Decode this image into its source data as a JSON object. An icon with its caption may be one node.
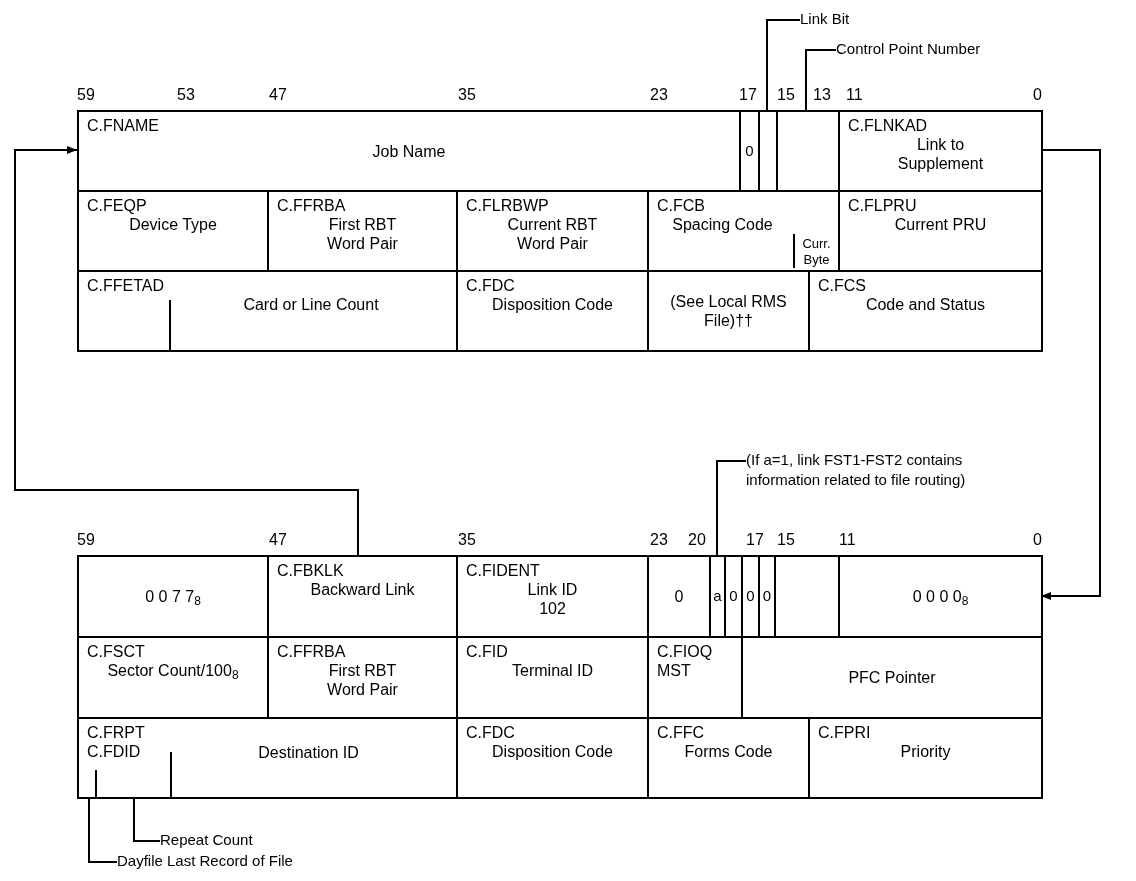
{
  "diagram": {
    "nodes": [
      {
        "text": [
          "Link Bit"
        ]
      },
      {
        "text": [
          "Control Point Number"
        ]
      },
      {
        "text": [
          "C.FNAME",
          "Job Name"
        ]
      },
      {
        "text": [
          "0"
        ]
      },
      {
        "text": [],
        "shape": "box"
      },
      {
        "text": [],
        "shape": "box"
      },
      {
        "text": [
          "C.FLNKAD",
          "Link to Supplement"
        ]
      },
      {
        "text": [
          "C.FEQP",
          "Device Type"
        ]
      },
      {
        "text": [
          "C.FFRBA",
          "First RBT Word Pair"
        ]
      },
      {
        "text": [
          "C.FLRBWP",
          "Current RBT Word Pair"
        ]
      },
      {
        "text": [
          "C.FCB",
          "Spacing Code"
        ]
      },
      {
        "text": [
          "Curr. Byte"
        ],
        "in": 10
      },
      {
        "text": [
          "C.FLPRU",
          "Current PRU"
        ]
      },
      {
        "text": [
          "C.FFETAD",
          "Card or Line Count"
        ]
      },
      {
        "text": [
          "C.FDC",
          "Disposition Code"
        ]
      },
      {
        "text": [
          "(See Local RMS File)††"
        ]
      },
      {
        "text": [
          "C.FCS",
          "Code and Status"
        ]
      },
      {
        "text": [
          "(If a=1, link FST1-FST2 contains information related to file routing)"
        ]
      },
      {
        "text": [
          "0 0 7 7$_{8}$"
        ]
      },
      {
        "text": [
          "C.FBKLK",
          "Backward Link"
        ]
      },
      {
        "text": [
          "C.FIDENT",
          "Link ID",
          "102"
        ]
      },
      {
        "text": [
          "0"
        ]
      },
      {
        "text": [
          "a"
        ]
      },
      {
        "text": [
          "0"
        ]
      },
      {
        "text": [
          "0"
        ]
      },
      {
        "text": [
          "0"
        ]
      },
      {
        "text": [],
        "shape": "box"
      },
      {
        "text": [
          "0 0 0 0$_{8}$"
        ]
      },
      {
        "text": [
          "C.FSCT",
          "Sector Count/100$_{8}$"
        ]
      },
      {
        "text": [
          "C.FFRBA",
          "First RBT Word Pair"
        ]
      },
      {
        "text": [
          "C.FID",
          "Terminal ID"
        ]
      },
      {
        "text": [
          "C.FIOQ",
          "MST"
        ]
      },
      {
        "text": [
          "PFC Pointer"
        ]
      },
      {
        "text": [
          "C.FRPT",
          "C.FDID",
          "Destination ID"
        ]
      },
      {
        "text": [
          "C.FDC",
          "Disposition Code"
        ]
      },
      {
        "text": [
          "C.FFC",
          "Forms Code"
        ]
      },
      {
        "text": [
          "C.FPRI",
          "Priority"
        ]
      },
      {
        "text": [
          "Repeat Count"
        ]
      },
      {
        "text": [
          "Dayfile Last Record of File"
        ]
      }
    ],
    "edges": [
      {
        "from": 6,
        "to": 27,
        "arrow": "to"
      },
      {
        "from": 19,
        "to": 2,
        "arrow": "to"
      },
      {
        "from": 0,
        "to": 4,
        "arrow": "none"
      },
      {
        "from": 1,
        "to": 5,
        "arrow": "none"
      },
      {
        "from": 17,
        "to": 22,
        "arrow": "none"
      },
      {
        "from": 37,
        "to": 33,
        "arrow": "none"
      },
      {
        "from": 38,
        "to": 33,
        "arrow": "none"
      }
    ],
    "labels": [
      "59",
      "53",
      "47",
      "35",
      "23",
      "17",
      "15",
      "13",
      "11",
      "0",
      "59",
      "47",
      "35",
      "23",
      "20",
      "17",
      "15",
      "11",
      "0"
    ]
  }
}
